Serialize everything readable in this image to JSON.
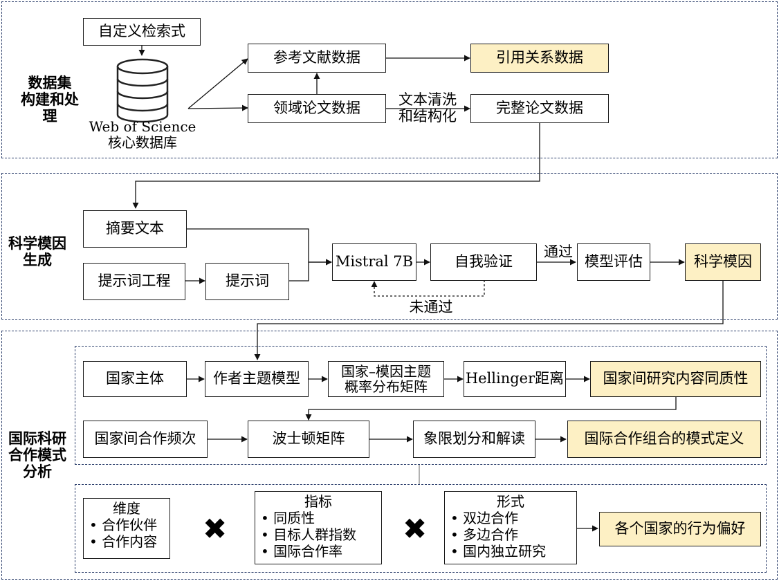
{
  "sections": {
    "s1": {
      "label": "数据集\n构建和处理"
    },
    "s2": {
      "label": "科学模因\n生成"
    },
    "s3": {
      "label": "国际科研\n合作模式\n分析"
    }
  },
  "s1": {
    "custom_query": "自定义检索式",
    "wos_line1": "Web of Science",
    "wos_line2": "核心数据库",
    "ref_data": "参考文献数据",
    "citation_data": "引用关系数据",
    "field_papers": "领域论文数据",
    "clean_line1": "文本清洗",
    "clean_line2": "和结构化",
    "full_papers": "完整论文数据"
  },
  "s2": {
    "abstract": "摘要文本",
    "prompt_eng": "提示词工程",
    "prompt": "提示词",
    "mistral": "Mistral 7B",
    "self_verify": "自我验证",
    "pass": "通过",
    "fail": "未通过",
    "eval": "模型评估",
    "meme": "科学模因"
  },
  "s3": {
    "country": "国家主体",
    "author_topic": "作者主题模型",
    "matrix_line1": "国家–模因主题",
    "matrix_line2": "概率分布矩阵",
    "hellinger": "Hellinger距离",
    "homogeneity": "国家间研究内容同质性",
    "coop_freq": "国家间合作频次",
    "bcg": "波士顿矩阵",
    "quadrant": "象限划分和解读",
    "pattern_def": "国际合作组合的模式定义",
    "dimension": {
      "title": "维度",
      "items": [
        "合作伙伴",
        "合作内容"
      ]
    },
    "indicator": {
      "title": "指标",
      "items": [
        "同质性",
        "目标人群指数",
        "国际合作率"
      ]
    },
    "form": {
      "title": "形式",
      "items": [
        "双边合作",
        "多边合作",
        "国内独立研究"
      ]
    },
    "preference": "各个国家的行为偏好"
  },
  "colors": {
    "highlight": "#fdf0c4",
    "section_border": "#2b3e6b"
  }
}
